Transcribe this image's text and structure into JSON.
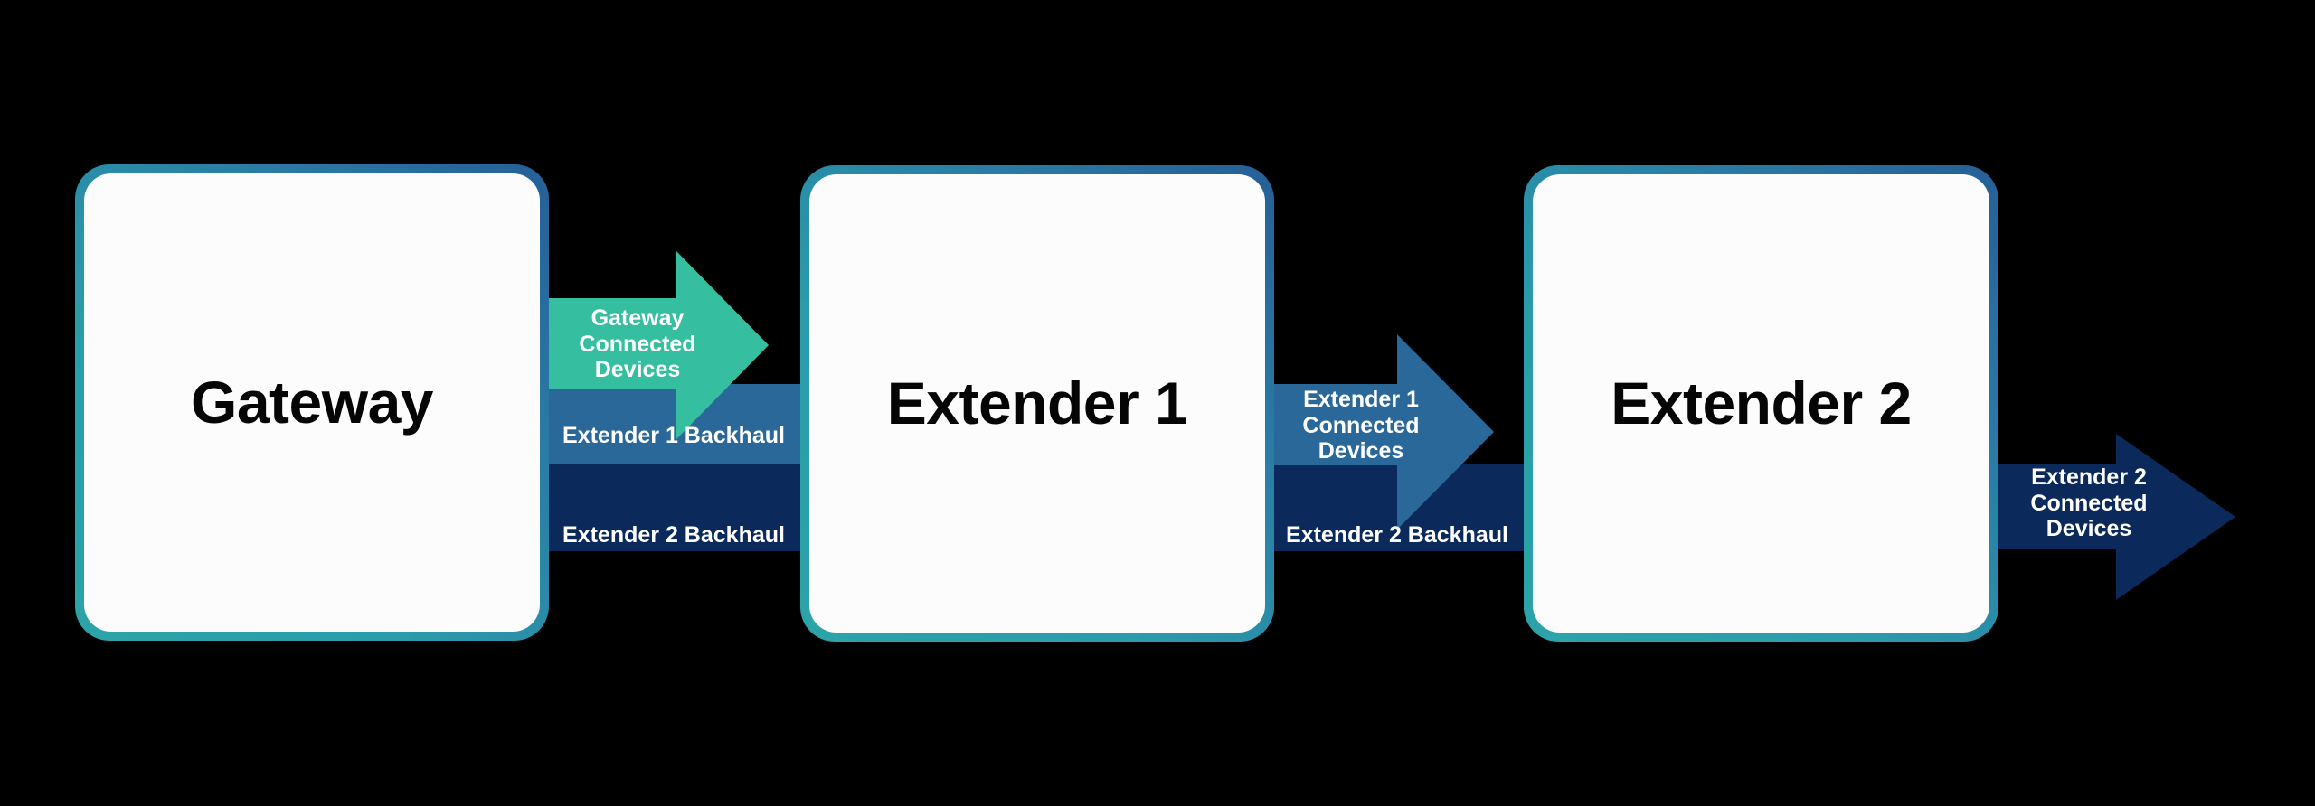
{
  "diagram": {
    "title": "Mesh network topology: gateway and extenders",
    "background_color": "#000000",
    "colors": {
      "teal": "#35BFA0",
      "medium_blue": "#2A6899",
      "navy": "#0B2A5B",
      "box_border_start": "#2BA4A8",
      "box_border_end": "#255F96",
      "box_fill": "#FCFCFC",
      "label_text": "#FFFFFF",
      "node_text": "#050505"
    },
    "nodes": [
      {
        "id": "gateway",
        "label": "Gateway"
      },
      {
        "id": "extender-1",
        "label": "Extender 1"
      },
      {
        "id": "extender-2",
        "label": "Extender 2"
      }
    ],
    "flows": [
      {
        "id": "gateway-connected-devices",
        "label": "Gateway\nConnected\nDevices",
        "shape": "arrow",
        "color": "#35BFA0",
        "from": "gateway",
        "to": "extender-1"
      },
      {
        "id": "extender-1-backhaul",
        "label": "Extender 1 Backhaul",
        "shape": "bar",
        "color": "#2A6899",
        "from": "gateway",
        "to": "extender-1"
      },
      {
        "id": "extender-2-backhaul-segment-1",
        "label": "Extender 2 Backhaul",
        "shape": "bar",
        "color": "#0B2A5B",
        "from": "gateway",
        "to": "extender-1"
      },
      {
        "id": "extender-1-connected-devices",
        "label": "Extender 1\nConnected\nDevices",
        "shape": "arrow",
        "color": "#2A6899",
        "from": "extender-1",
        "to": "extender-2"
      },
      {
        "id": "extender-2-backhaul-segment-2",
        "label": "Extender 2 Backhaul",
        "shape": "bar",
        "color": "#0B2A5B",
        "from": "extender-1",
        "to": "extender-2"
      },
      {
        "id": "extender-2-connected-devices",
        "label": "Extender 2\nConnected\nDevices",
        "shape": "arrow",
        "color": "#0B2A5B",
        "from": "extender-2",
        "to": "clients"
      }
    ]
  }
}
